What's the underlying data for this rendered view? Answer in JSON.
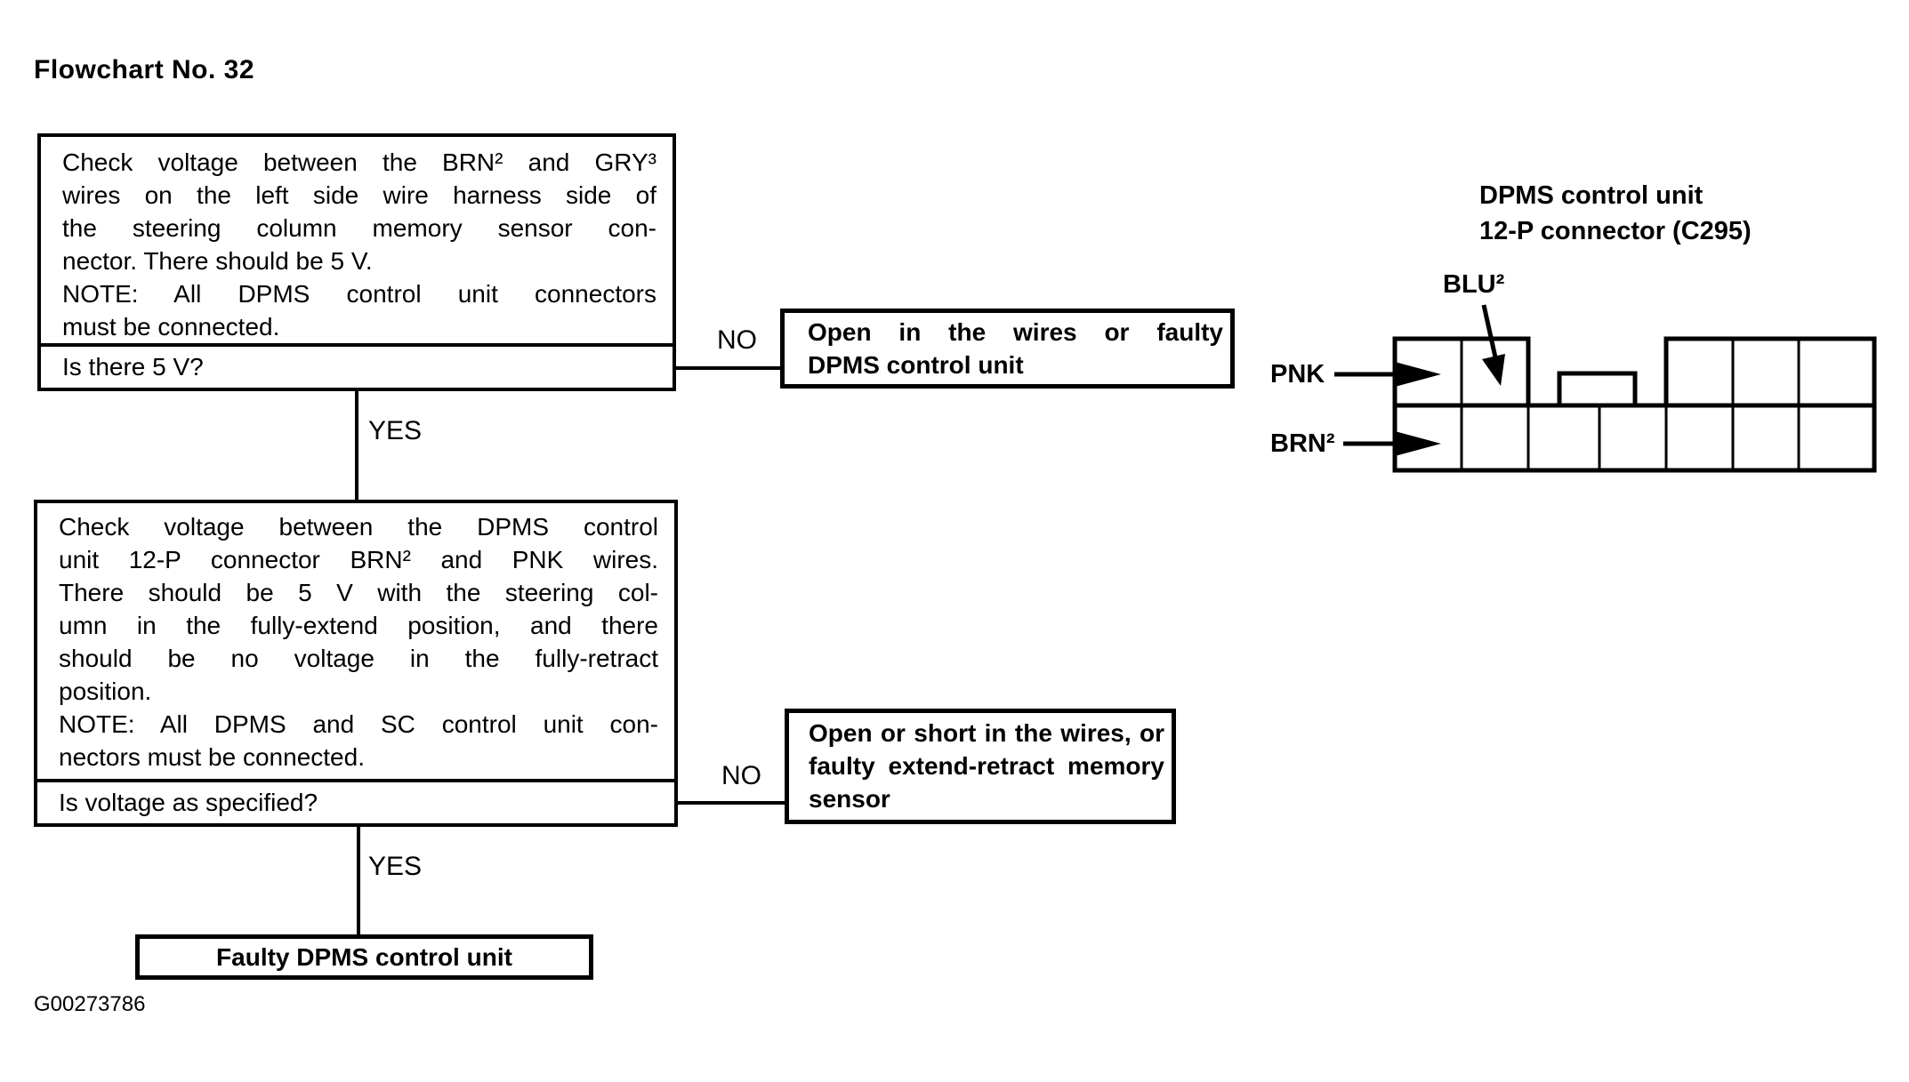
{
  "title": "Flowchart No. 32",
  "figure_id": "G00273786",
  "labels": {
    "no": "NO",
    "yes": "YES"
  },
  "flowchart": {
    "step1": {
      "lines": [
        "Check voltage between the BRN² and GRY³",
        "wires on the left side wire harness side of",
        "the steering column memory sensor con-",
        "nector. There should be 5 V.",
        "NOTE: All DPMS control unit connectors",
        "must be connected."
      ],
      "question": "Is there 5 V?",
      "no_result_lines": [
        "Open in the wires or faulty",
        "DPMS control unit"
      ]
    },
    "step2": {
      "lines": [
        "Check voltage between the DPMS control",
        "unit 12-P connector BRN² and PNK wires.",
        "There should be 5 V with the steering col-",
        "umn in the fully-extend position, and there",
        "should be no voltage in the fully-retract",
        "position.",
        "NOTE: All DPMS and SC control unit con-",
        "nectors must be connected."
      ],
      "question": "Is voltage as specified?",
      "no_result_lines": [
        "Open or short in the wires, or",
        "faulty extend-retract memory",
        "sensor"
      ]
    },
    "final_result": "Faulty DPMS control unit"
  },
  "connector": {
    "title_lines": [
      "DPMS control unit",
      "12-P connector (C295)"
    ],
    "pin_labels": {
      "pnk": "PNK",
      "brn": "BRN²",
      "blu": "BLU²"
    },
    "ink_color": "#000000",
    "paper_color": "#ffffff"
  }
}
